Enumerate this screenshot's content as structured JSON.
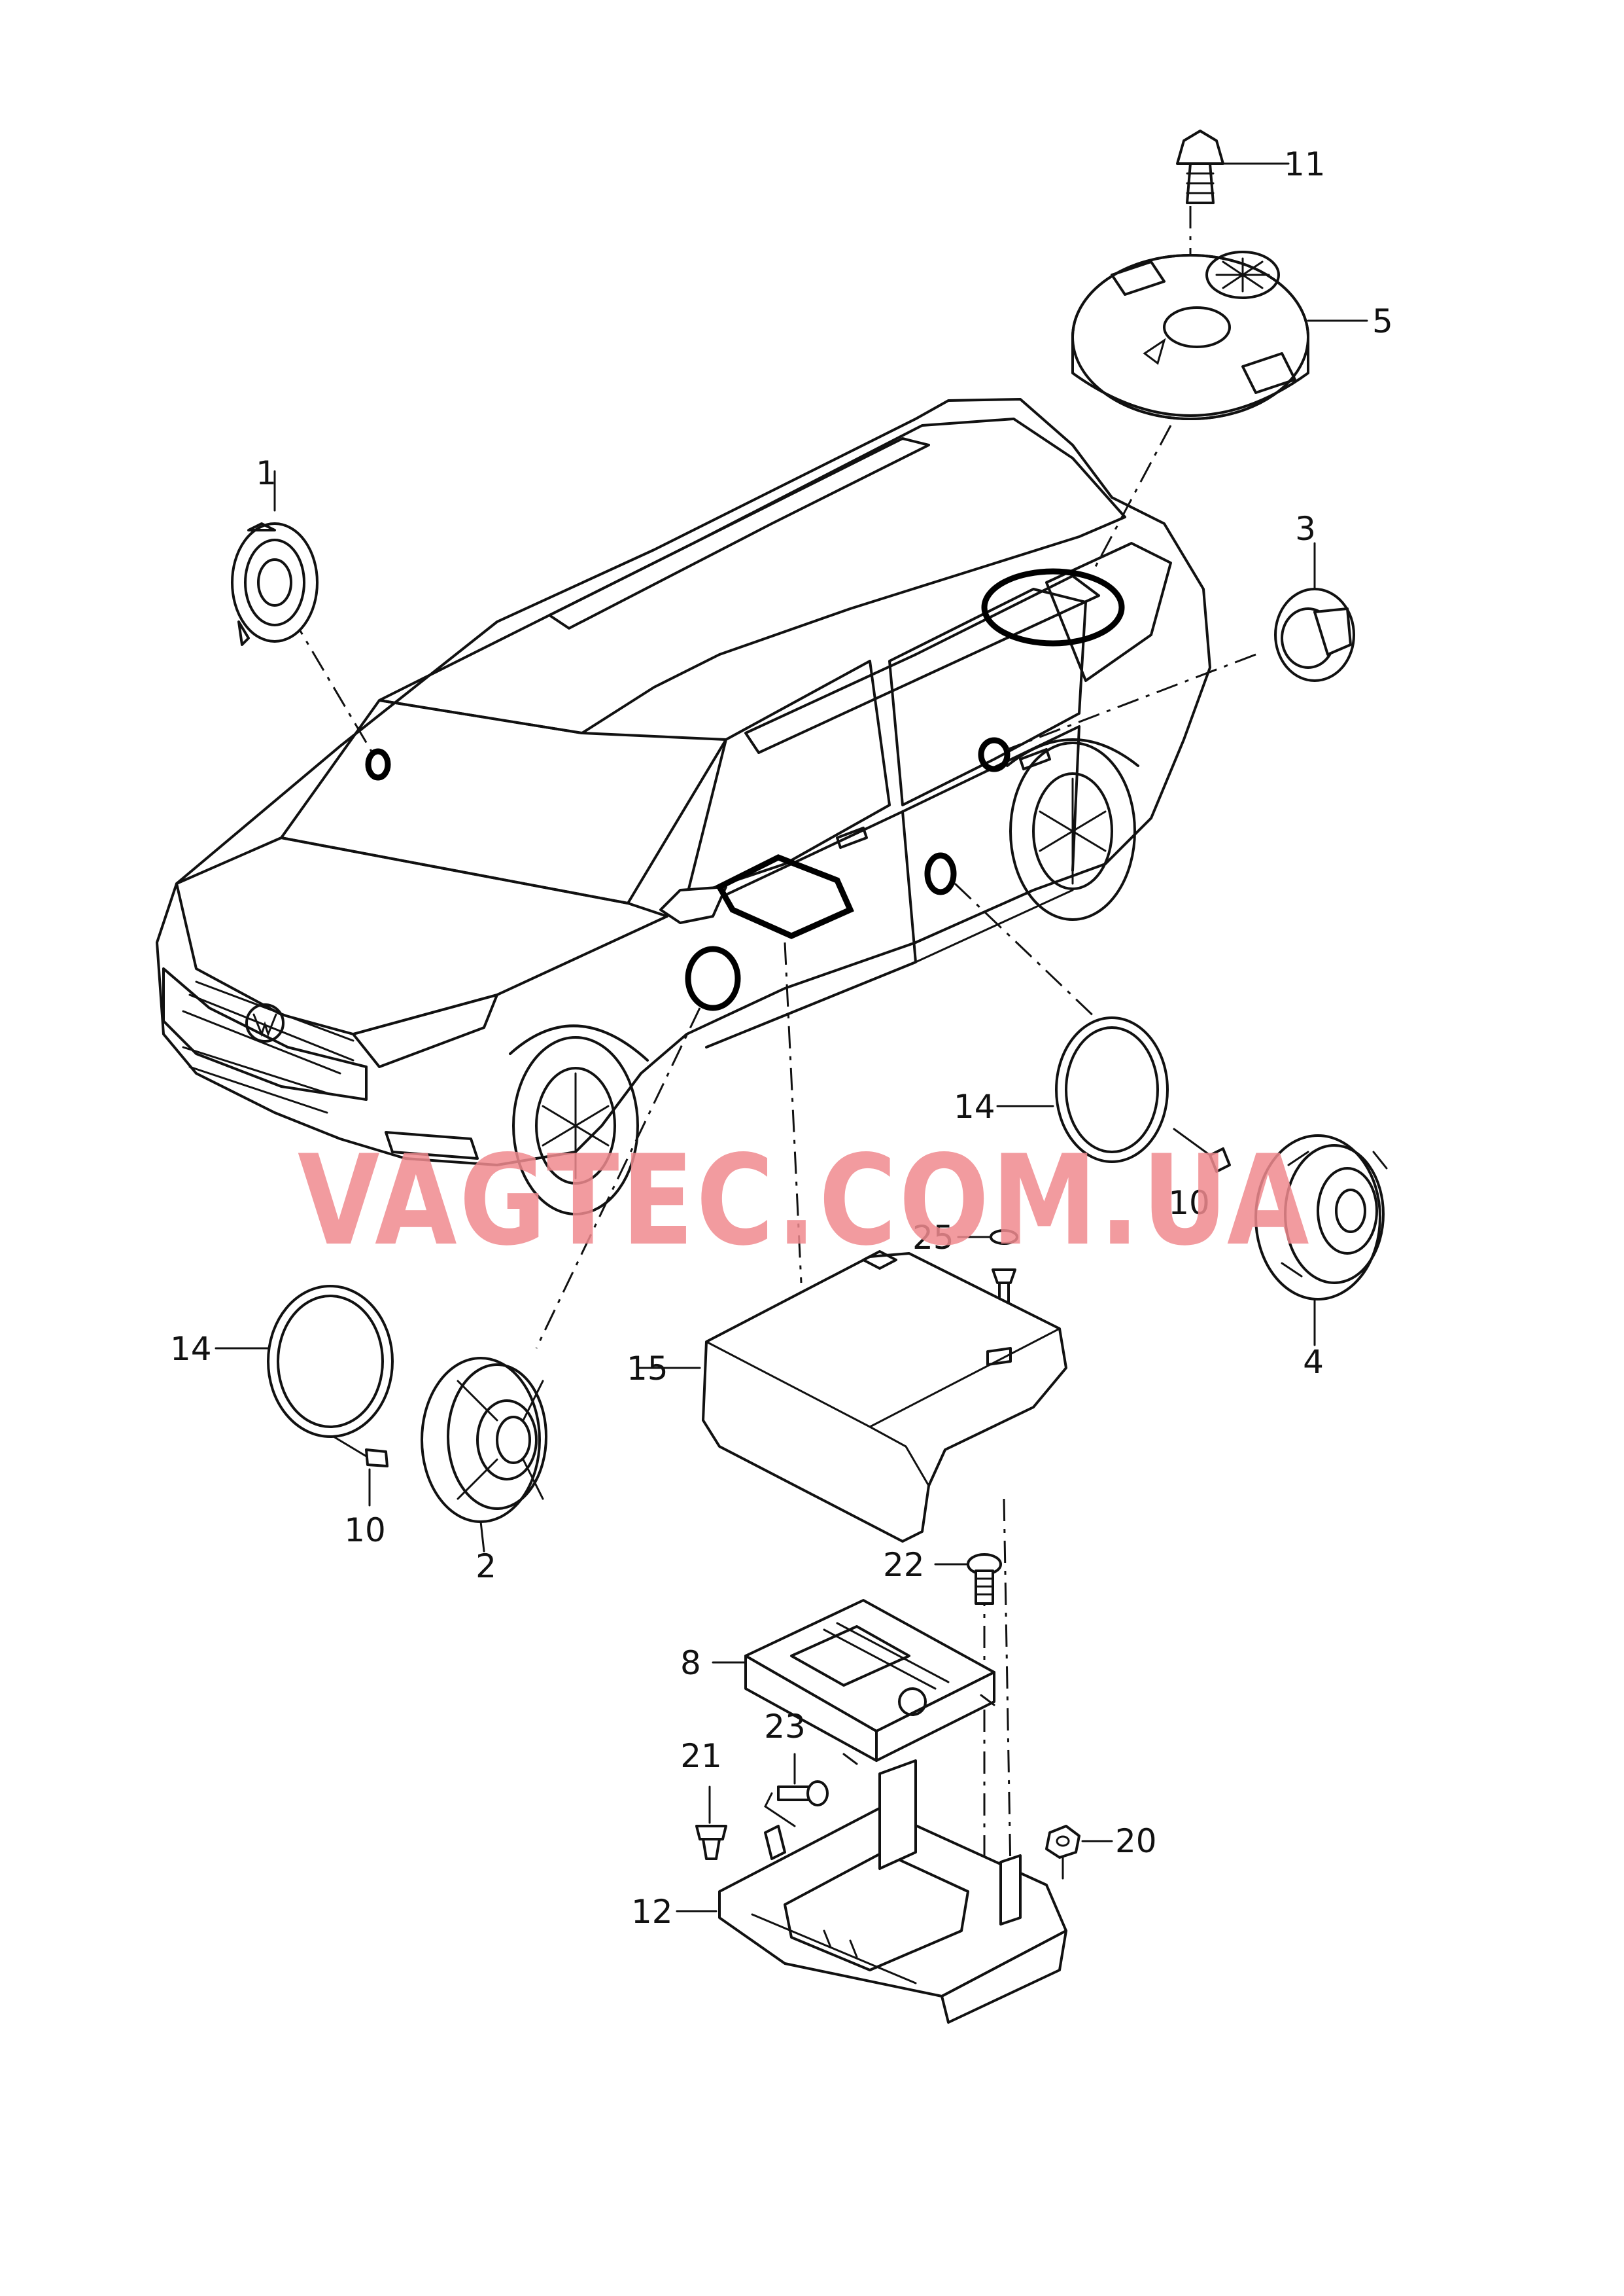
{
  "watermark": "VAGTEC.COM.UA",
  "callouts": [
    {
      "id": "1",
      "label": "1"
    },
    {
      "id": "2",
      "label": "2"
    },
    {
      "id": "3",
      "label": "3"
    },
    {
      "id": "4",
      "label": "4"
    },
    {
      "id": "5",
      "label": "5"
    },
    {
      "id": "8",
      "label": "8"
    },
    {
      "id": "10a",
      "label": "10"
    },
    {
      "id": "10b",
      "label": "10"
    },
    {
      "id": "11",
      "label": "11"
    },
    {
      "id": "12",
      "label": "12"
    },
    {
      "id": "14a",
      "label": "14"
    },
    {
      "id": "14b",
      "label": "14"
    },
    {
      "id": "15",
      "label": "15"
    },
    {
      "id": "20",
      "label": "20"
    },
    {
      "id": "21",
      "label": "21"
    },
    {
      "id": "22",
      "label": "22"
    },
    {
      "id": "23",
      "label": "23"
    },
    {
      "id": "25",
      "label": "25"
    }
  ]
}
